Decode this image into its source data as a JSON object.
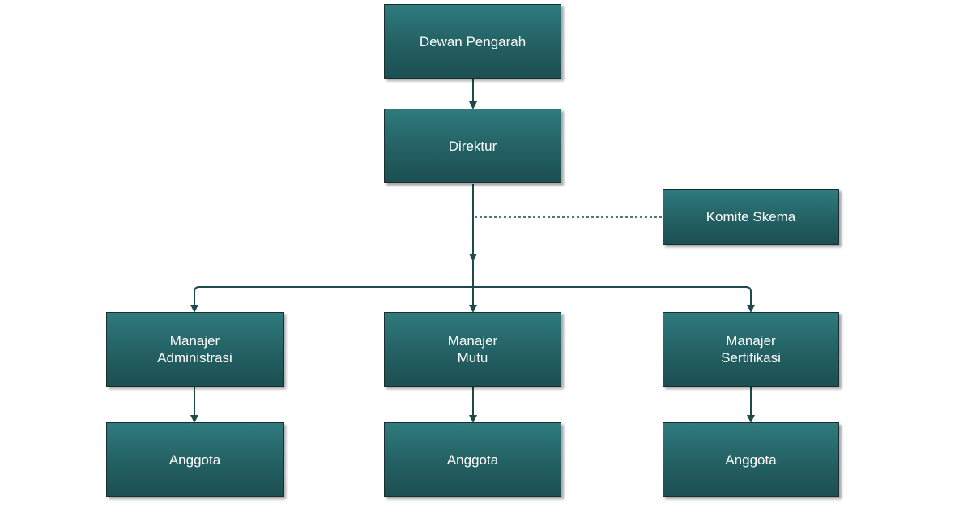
{
  "org_chart": {
    "dewan_pengarah": "Dewan Pengarah",
    "direktur": "Direktur",
    "komite_skema": "Komite Skema",
    "manajer_administrasi": {
      "line1": "Manajer",
      "line2": "Administrasi"
    },
    "manajer_mutu": {
      "line1": "Manajer",
      "line2": "Mutu"
    },
    "manajer_sertifikasi": {
      "line1": "Manajer",
      "line2": "Sertifikasi"
    },
    "anggota_administrasi": "Anggota",
    "anggota_mutu": "Anggota",
    "anggota_sertifikasi": "Anggota"
  },
  "colors": {
    "box_fill_top": "#2f7b7d",
    "box_fill_bottom": "#1c4f51",
    "connector": "#1e4a4c",
    "text": "#ffffff"
  }
}
